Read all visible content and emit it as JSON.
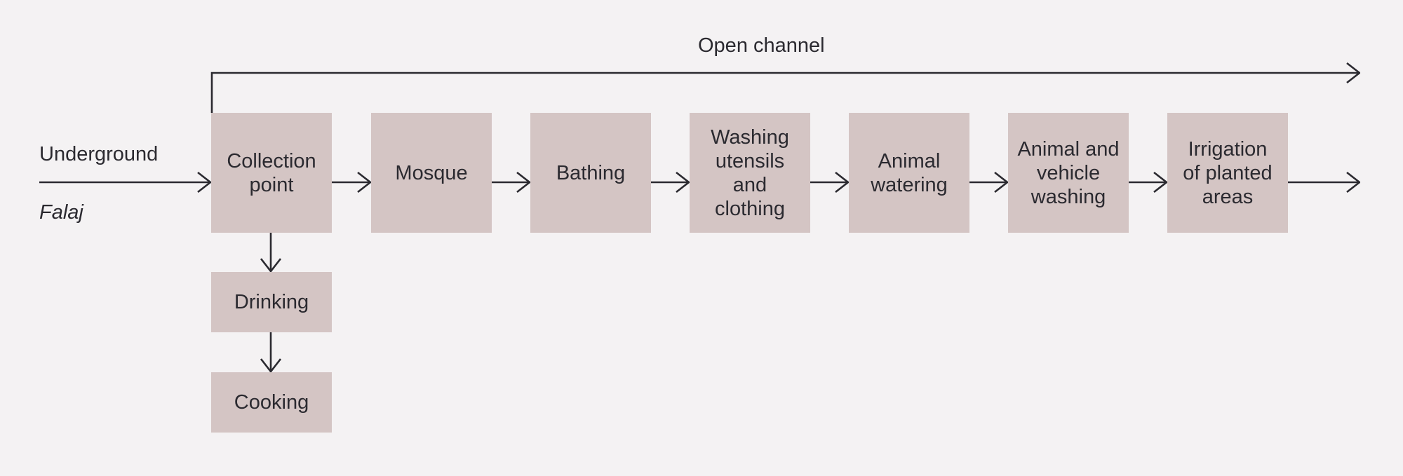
{
  "labels": {
    "open_channel": "Open channel",
    "underground": "Underground",
    "falaj": "Falaj"
  },
  "boxes": {
    "collection_point": "Collection\npoint",
    "mosque": "Mosque",
    "bathing": "Bathing",
    "washing_utensils": "Washing\nutensils\nand\nclothing",
    "animal_watering": "Animal\nwatering",
    "animal_vehicle_washing": "Animal and\nvehicle\nwashing",
    "irrigation": "Irrigation\nof planted\nareas",
    "drinking": "Drinking",
    "cooking": "Cooking"
  },
  "colors": {
    "background": "#f4f2f3",
    "box_fill": "#d4c5c4",
    "line": "#2b2a30"
  }
}
